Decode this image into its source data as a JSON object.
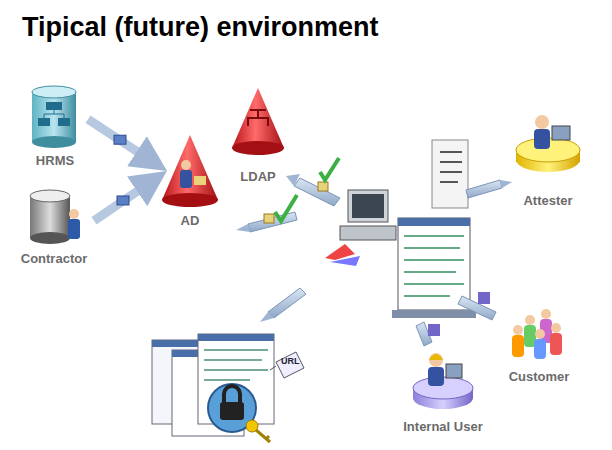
{
  "diagram": {
    "title": "Tipical (future) environment",
    "nodes": [
      {
        "text": [
          "HRMS"
        ]
      },
      {
        "text": [
          "Contractor"
        ]
      },
      {
        "text": [
          "AD"
        ]
      },
      {
        "text": [
          "LDAP"
        ]
      },
      {
        "text": [
          "Attester"
        ]
      },
      {
        "text": [
          "Customer"
        ]
      },
      {
        "text": [
          "Internal User"
        ]
      }
    ],
    "edges": [
      {
        "from": 0,
        "to": 2,
        "arrow": "to"
      },
      {
        "from": 1,
        "to": 2,
        "arrow": "to"
      }
    ],
    "labels": [
      "URL"
    ]
  }
}
